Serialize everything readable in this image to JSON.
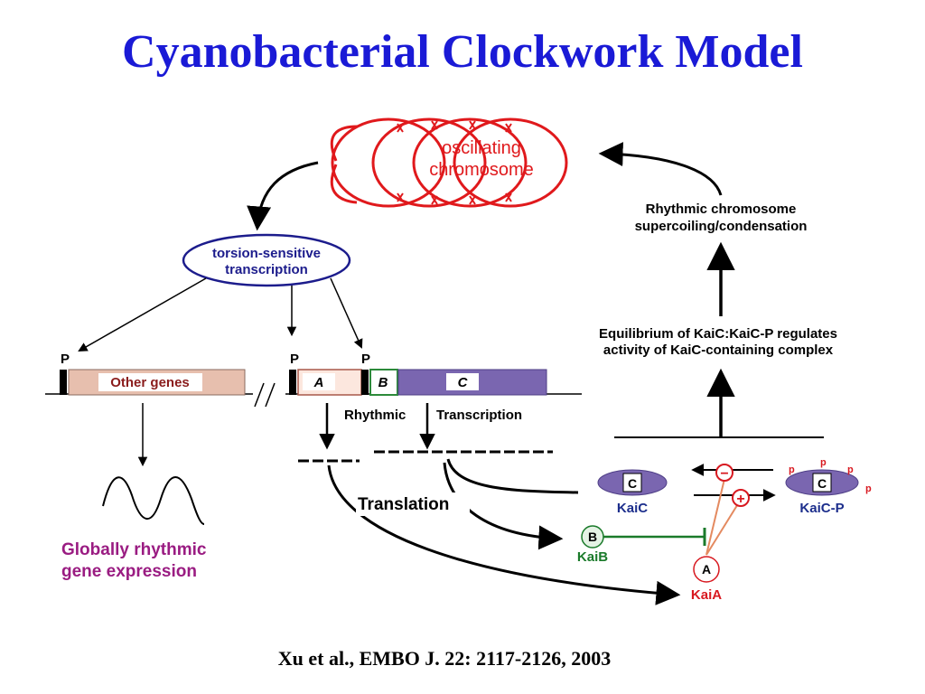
{
  "title": "Cyanobacterial Clockwork Model",
  "citation": "Xu et al., EMBO J. 22: 2117-2126, 2003",
  "diagram": {
    "chromosome": {
      "line1": "oscillating",
      "line2": "chromosome"
    },
    "torsion": {
      "line1": "torsion-sensitive",
      "line2": "transcription"
    },
    "promoter_label": "P",
    "genes": {
      "other": "Other genes",
      "a": "A",
      "b": "B",
      "c": "C"
    },
    "rhythmic_label": "Rhythmic",
    "transcription_label": "Transcription",
    "translation_label": "Translation",
    "global_expression": {
      "line1": "Globally rhythmic",
      "line2": "gene expression"
    },
    "supercoiling": {
      "line1": "Rhythmic chromosome",
      "line2": "supercoiling/condensation"
    },
    "equilibrium": {
      "line1": "Equilibrium of KaiC:KaiC-P regulates",
      "line2": "activity of KaiC-containing complex"
    },
    "kaic": {
      "letter": "C",
      "name": "KaiC"
    },
    "kaicp": {
      "letter": "C",
      "name": "KaiC-P",
      "phospho": "p"
    },
    "kaib": {
      "letter": "B",
      "name": "KaiB"
    },
    "kaia": {
      "letter": "A",
      "name": "KaiA"
    },
    "minus": "−",
    "plus": "+"
  },
  "colors": {
    "title": "#1a1ad6",
    "chromosome": "#e0191c",
    "torsion_outline": "#1c1c8c",
    "other_gene": "#e7bfae",
    "gene_c": "#7a66b0",
    "gene_b_border": "#2c8a3a",
    "kai_green": "#1a7a2a",
    "kai_red": "#d81920",
    "kai_blue": "#1c2e8c",
    "magenta": "#9a1c82",
    "orange_line": "#e48a60"
  }
}
